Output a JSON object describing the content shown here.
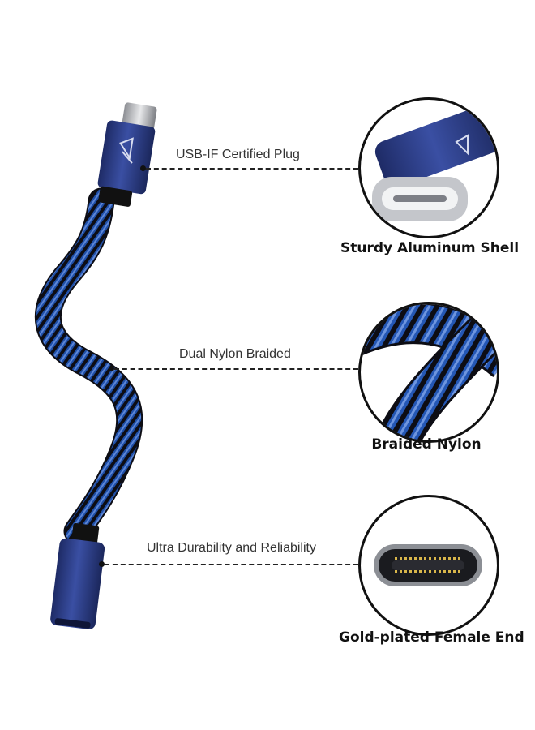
{
  "callouts": [
    {
      "label": "USB-IF Certified Plug",
      "caption": "Sturdy Aluminum Shell",
      "image": "usb-c-male-plug"
    },
    {
      "label": "Dual Nylon Braided",
      "caption": "Braided Nylon",
      "image": "braided-nylon-closeup"
    },
    {
      "label": "Ultra Durability and Reliability",
      "caption": "Gold-plated Female End",
      "image": "usb-c-female-port"
    }
  ],
  "colors": {
    "aluminum_blue": "#2c3e86",
    "braid_blue": "#1f4fa8",
    "braid_black": "#111111",
    "gold": "#d8b64a"
  }
}
